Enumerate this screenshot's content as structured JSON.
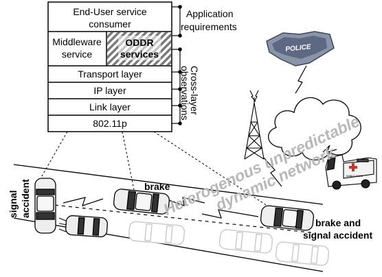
{
  "stack": {
    "end_user_line1": "End-User service",
    "end_user_line2": "consumer",
    "middleware_line1": "Middleware",
    "middleware_line2": "service",
    "oddr_line1": "ODDR",
    "oddr_line2": "services",
    "transport": "Transport layer",
    "ip": "IP layer",
    "link": "Link layer",
    "phy": "802.11p"
  },
  "side_labels": {
    "application_line1": "Application",
    "application_line2": "requirements",
    "cross_layer_line1": "Cross-layer",
    "cross_layer_line2": "observations"
  },
  "scene": {
    "police_sign": "POLICE",
    "ambulance_text": "AMBULANCE",
    "watermark_line1": "Heterogenous unpredictable",
    "watermark_line2": "dynamic network",
    "brake": "brake",
    "signal_accident_line1": "signal",
    "signal_accident_line2": "accident",
    "brake_and_signal_line1": "brake and",
    "brake_and_signal_line2": "signal accident"
  },
  "colors": {
    "stroke": "#000000",
    "watermark": "#b8b8b8",
    "faded_car": "#c8c8c8",
    "car_body": "#eeeeee",
    "police_badge": "#8a94a8"
  }
}
